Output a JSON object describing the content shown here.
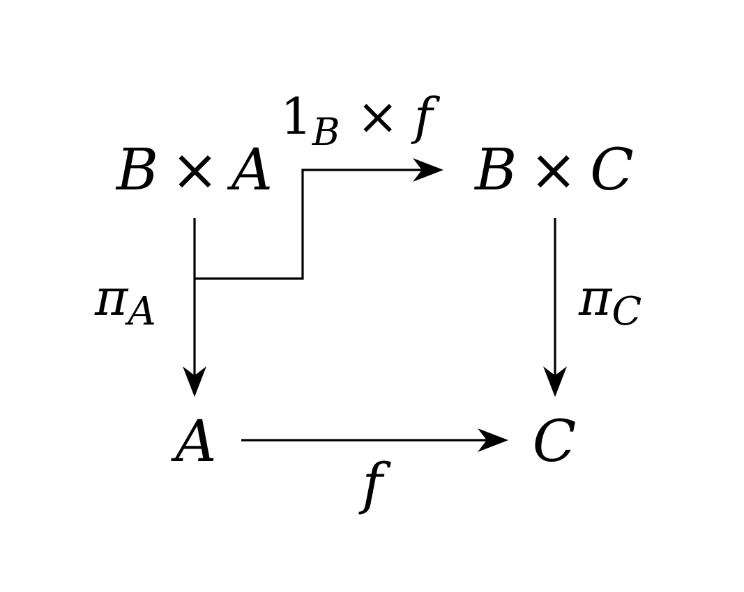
{
  "nodes": {
    "top_left": {
      "v1": "B",
      "op": "×",
      "v2": "A"
    },
    "top_right": {
      "v1": "B",
      "op": "×",
      "v2": "C"
    },
    "bottom_left": {
      "v": "A"
    },
    "bottom_right": {
      "v": "C"
    }
  },
  "labels": {
    "top": {
      "one": "1",
      "sub": "B",
      "op": "×",
      "f": "f"
    },
    "left": {
      "pi": "π",
      "sub": "A"
    },
    "right": {
      "pi": "π",
      "sub": "C"
    },
    "bottom": {
      "f": "f"
    }
  }
}
